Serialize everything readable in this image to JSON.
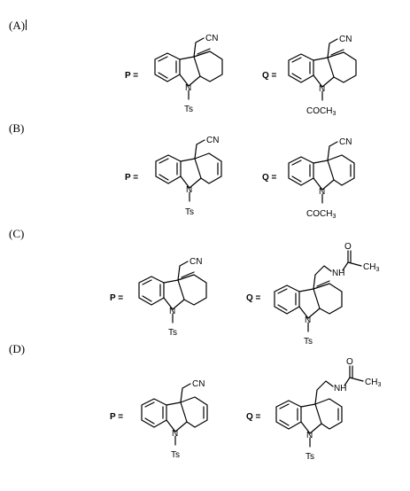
{
  "options": [
    {
      "id": "A",
      "label": "(A)",
      "p_label": "P =",
      "q_label": "Q =",
      "p_substituents": {
        "top": "CN",
        "bottom": "Ts"
      },
      "q_substituents": {
        "top": "CN",
        "bottom": "COCH3"
      }
    },
    {
      "id": "B",
      "label": "(B)",
      "p_label": "P =",
      "q_label": "Q =",
      "p_substituents": {
        "top": "CN",
        "bottom": "Ts"
      },
      "q_substituents": {
        "top": "CN",
        "bottom": "COCH3"
      }
    },
    {
      "id": "C",
      "label": "(C)",
      "p_label": "P =",
      "q_label": "Q =",
      "p_substituents": {
        "top": "CN",
        "bottom": "Ts"
      },
      "q_substituents": {
        "top": "NH / CH3",
        "bottom": "Ts"
      }
    },
    {
      "id": "D",
      "label": "(D)",
      "p_label": "P =",
      "q_label": "Q =",
      "p_substituents": {
        "top": "CN",
        "bottom": "Ts"
      },
      "q_substituents": {
        "top": "NH / CH3",
        "bottom": "Ts"
      }
    }
  ],
  "atoms": {
    "N": "N",
    "CN": "CN",
    "Ts": "Ts",
    "COCH": "COCH",
    "three": "3",
    "NH": "NH",
    "CH": "CH",
    "O": "O"
  }
}
